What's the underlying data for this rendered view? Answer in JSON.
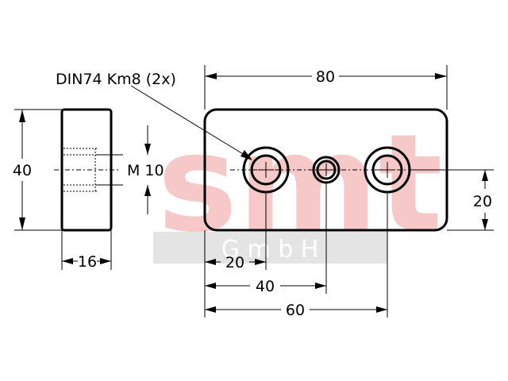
{
  "note": {
    "hole_spec": "DIN74 Km8 (2x)"
  },
  "dimensions": {
    "overall_width": "80",
    "side_height": "40",
    "side_thickness": "16",
    "thread": "M 10",
    "vertical_offset": "20",
    "hole_first": "20",
    "hole_second": "40",
    "hole_third": "60"
  },
  "watermark": {
    "logo": "smt",
    "company": "G m b H",
    "color": "#f7c8c8",
    "band_color": "#e4e4e4"
  }
}
